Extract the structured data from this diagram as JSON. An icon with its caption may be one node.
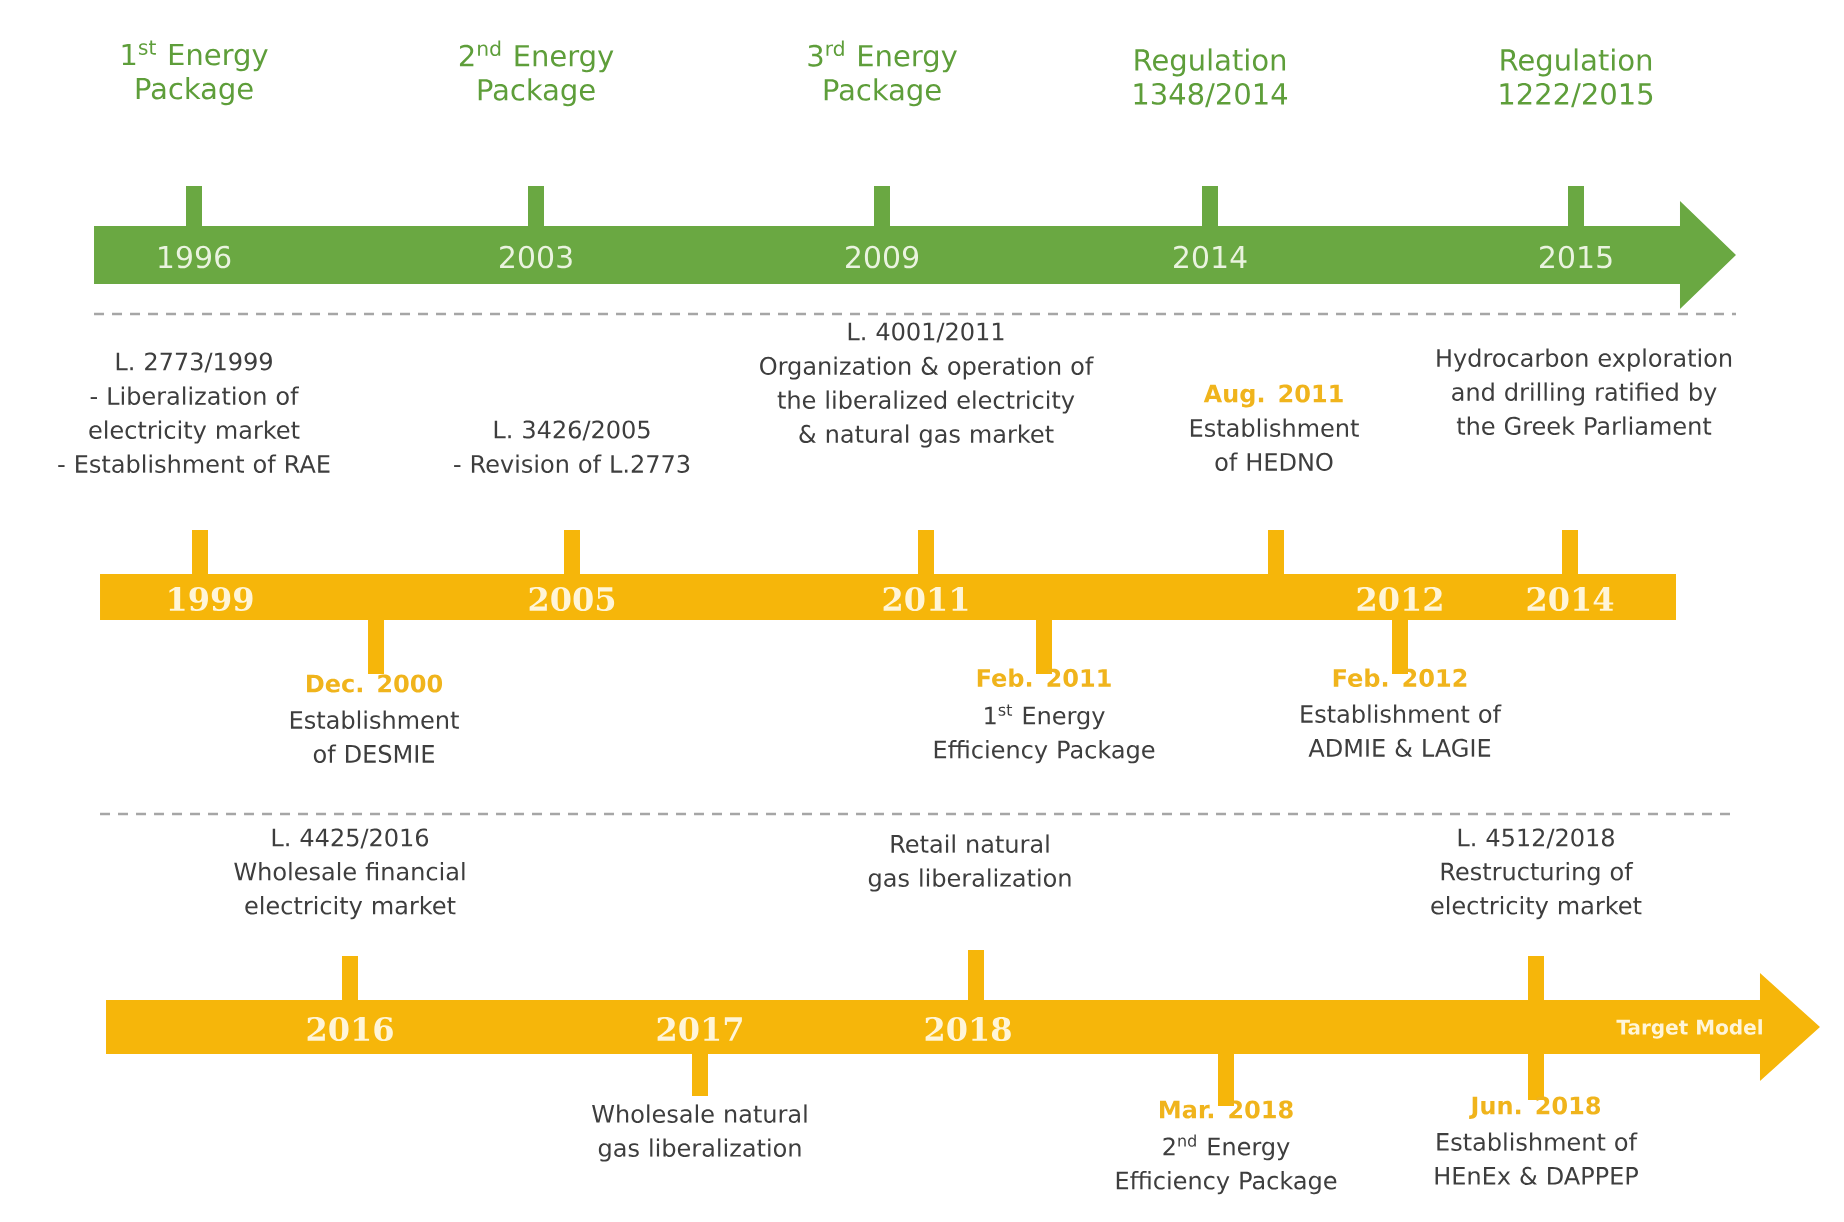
{
  "diagram": {
    "nodes": [
      {
        "text": [
          "1996",
          "2003",
          "2009",
          "2014",
          "2015"
        ]
      },
      {
        "text": [
          "1999",
          "2005",
          "2011",
          "2012",
          "2014"
        ]
      },
      {
        "text": [
          "2016",
          "2017",
          "2018",
          "Target Model"
        ]
      }
    ],
    "labels": [
      "1$^{st}$ Energy Package",
      "2$^{nd}$ Energy Package",
      "3$^{rd}$ Energy Package",
      "Regulation 1348/2014",
      "Regulation 1222/2015",
      "L. 2773/1999",
      "- Liberalization of electricity market",
      "- Establishment of RAE",
      "L. 3426/2005",
      "- Revision of L.2773",
      "L. 4001/2011",
      "Organization & operation of the liberalized electricity & natural gas market",
      "Aug. 2011",
      "Establishment of HEDNO",
      "Hydrocarbon exploration and drilling ratified by the Greek Parliament",
      "Dec. 2000",
      "Establishment of DESMIE",
      "Feb. 2011",
      "1$^{st}$ Energy Efficiency Package",
      "Feb. 2012",
      "Establishment of ADMIE & LAGIE",
      "L. 4425/2016 Wholesale financial electricity market",
      "Retail natural gas liberalization",
      "L. 4512/2018 Restructuring of electricity market",
      "Wholesale natural gas liberalization",
      "Mar. 2018",
      "2$^{nd}$ Energy Efficiency Package",
      "Jun. 2018",
      "Establishment of HEnEx & DAPPEP"
    ]
  }
}
